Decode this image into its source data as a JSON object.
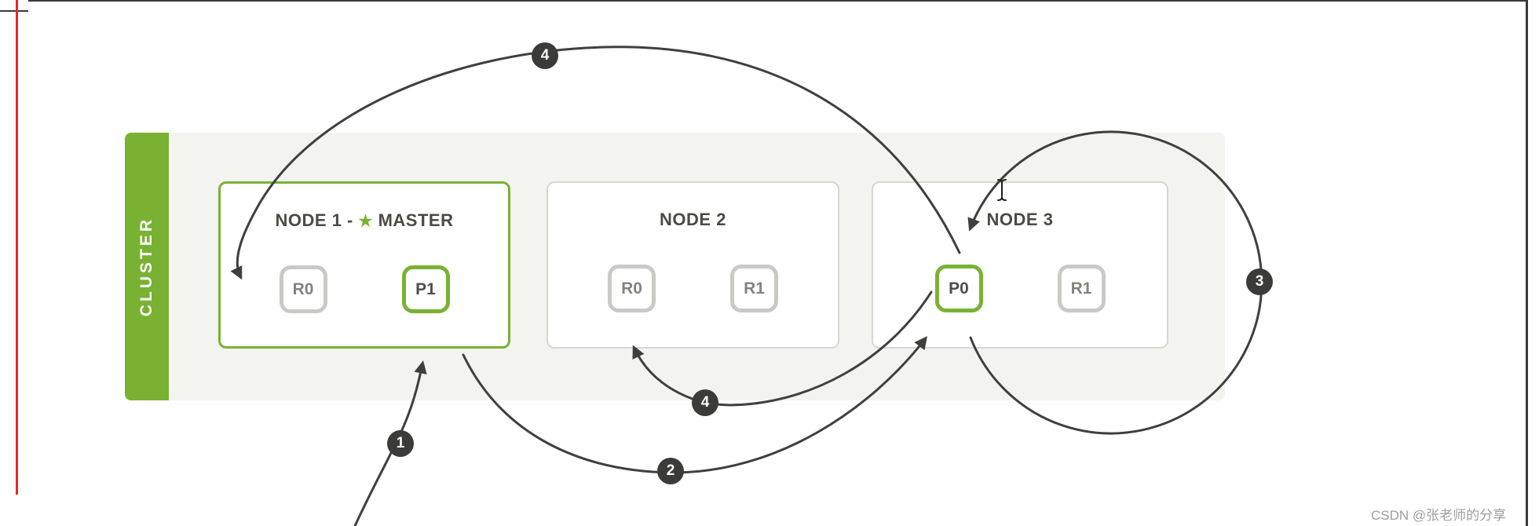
{
  "cluster": {
    "sidebar_label": "CLUSTER",
    "nodes": [
      {
        "title_prefix": "NODE 1 -",
        "title_star": "★",
        "title_suffix": "MASTER",
        "shards": [
          {
            "label": "R0",
            "type": "replica"
          },
          {
            "label": "P1",
            "type": "primary"
          }
        ]
      },
      {
        "title": "NODE 2",
        "shards": [
          {
            "label": "R0",
            "type": "replica"
          },
          {
            "label": "R1",
            "type": "replica"
          }
        ]
      },
      {
        "title": "NODE 3",
        "shards": [
          {
            "label": "P0",
            "type": "primary"
          },
          {
            "label": "R1",
            "type": "replica"
          }
        ]
      }
    ]
  },
  "annotations": {
    "step_badges": [
      {
        "label": "4",
        "position": "top-center"
      },
      {
        "label": "1",
        "position": "below-node1-p1"
      },
      {
        "label": "2",
        "position": "bottom-center"
      },
      {
        "label": "4",
        "position": "between-node2-and-node3"
      },
      {
        "label": "3",
        "position": "right-loop"
      }
    ]
  },
  "watermark": {
    "text": "CSDN @张老师的分享"
  },
  "colors": {
    "green": "#79b233",
    "node_border_gray": "#d7d7d3",
    "shard_border_gray": "#c9c9c5",
    "arrow": "#3f3f3d",
    "panel_bg": "#f3f3f0",
    "badge_bg": "#3b3b39",
    "red_line": "#e8262a",
    "watermark_gray": "#9e9e9e"
  }
}
